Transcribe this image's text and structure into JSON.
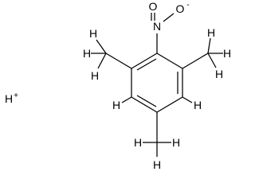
{
  "molecule": {
    "atoms": {
      "nitrogen": "N",
      "oxygen_top": "O",
      "oxygen_right": "O",
      "oxygen_right_charge": "-",
      "ring_h_left": "H",
      "ring_h_right": "H",
      "proton": "H",
      "proton_charge": "+",
      "methyl_left": [
        "H",
        "H",
        "H"
      ],
      "methyl_right": [
        "H",
        "H",
        "H"
      ],
      "methyl_bottom": [
        "H",
        "H",
        "H"
      ]
    },
    "colors": {
      "ink": "#000000",
      "background": "#ffffff"
    }
  }
}
